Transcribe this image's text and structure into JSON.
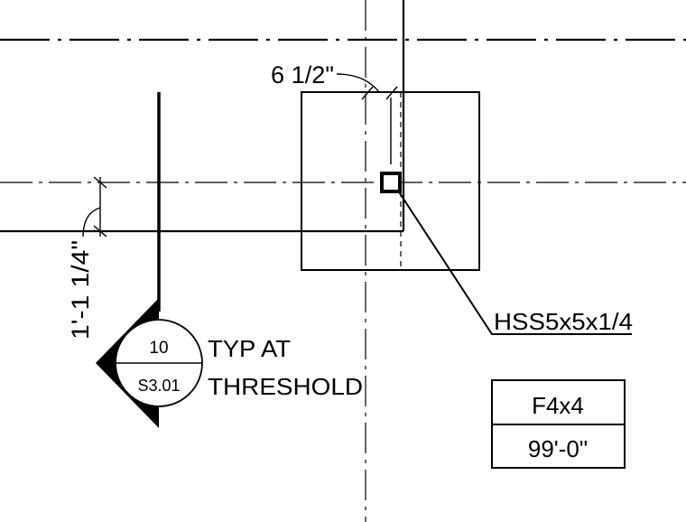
{
  "dimensions": {
    "horizontal": "6 1/2\"",
    "vertical": "1'-1 1/4\""
  },
  "callout": {
    "member": "HSS5x5x1/4"
  },
  "section_marker": {
    "number": "10",
    "sheet": "S3.01",
    "note_line1": "TYP AT",
    "note_line2": "THRESHOLD"
  },
  "footing_tag": {
    "type": "F4x4",
    "elevation": "99'-0\""
  },
  "colors": {
    "line": "#000000",
    "background": "#ffffff"
  }
}
